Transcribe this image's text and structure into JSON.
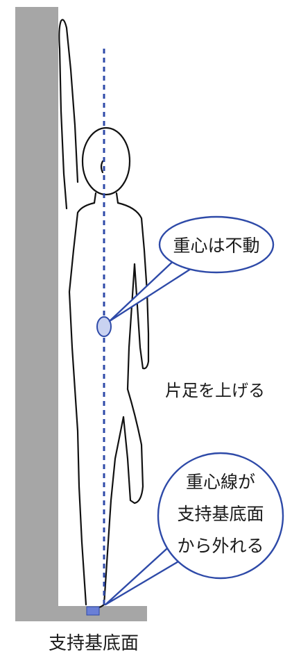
{
  "labels": {
    "cog_fixed": "重心は不動",
    "raise_leg": "片足を上げる",
    "cog_line_lines": [
      "重心線が",
      "支持基底面",
      "から外れる"
    ],
    "base_of_support": "支持基底面"
  },
  "colors": {
    "wall": "#a6a6a6",
    "figure_stroke": "#111111",
    "accent_blue": "#2e4aa8",
    "bubble_stroke": "#2e4aa8",
    "bubble_fill": "#ffffff",
    "cog_fill": "#c9d2f1",
    "support_fill": "#6a7fd6"
  }
}
